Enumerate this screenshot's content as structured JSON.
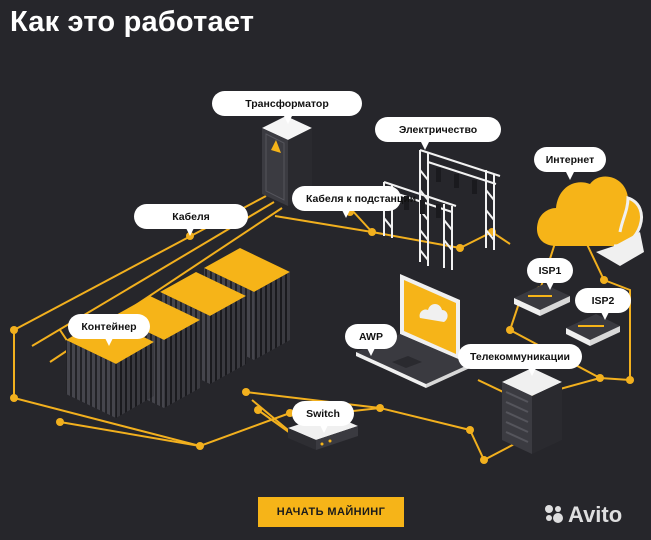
{
  "title": "Как это работает",
  "labels": {
    "transformer": "Трансформатор",
    "electricity": "Электричество",
    "internet": "Интернет",
    "cable_to_substation": "Кабеля к подстанции",
    "cables": "Кабеля",
    "isp1": "ISP1",
    "isp2": "ISP2",
    "container": "Контейнер",
    "awp": "AWP",
    "telecom": "Телекоммуникации",
    "switch": "Switch"
  },
  "cta_label": "НАЧАТЬ МАЙНИНГ",
  "watermark": "Avito",
  "colors": {
    "background": "#26262b",
    "accent": "#f6b418",
    "line": "#f2b01e",
    "device_dark": "#2e2e33",
    "label_bg": "#ffffff"
  }
}
